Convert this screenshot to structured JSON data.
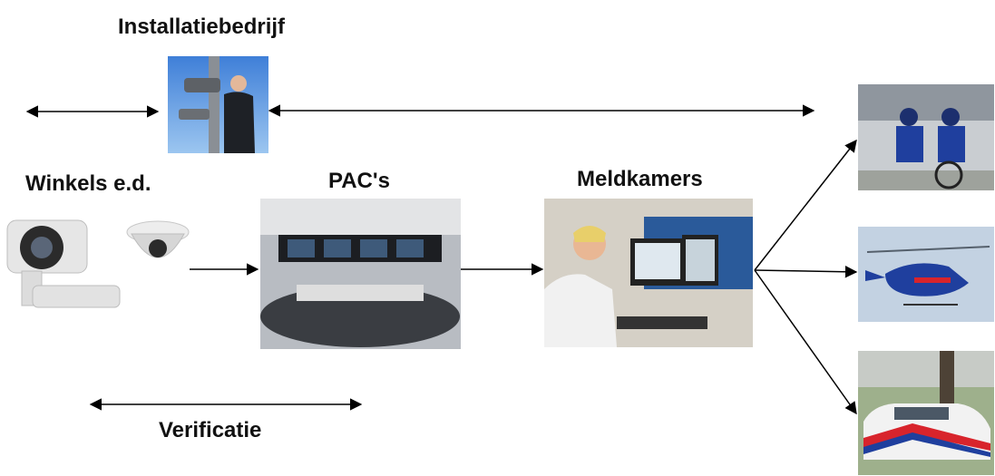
{
  "labels": {
    "installer": "Installatiebedrijf",
    "shops": "Winkels e.d.",
    "pac": "PAC's",
    "control_room": "Meldkamers",
    "verification": "Verificatie"
  },
  "images": {
    "installer_photo": "technician-installing-camera",
    "bullet_camera": "bullet-camera-icon",
    "dome_camera": "dome-camera-icon",
    "pac_photo": "monitoring-center-photo",
    "control_room_photo": "dispatcher-at-workstation-photo",
    "bike_police": "bicycle-police-photo",
    "helicopter": "police-helicopter-photo",
    "police_car": "police-car-photo"
  },
  "colors": {
    "text": "#111111",
    "arrow": "#000000",
    "police_blue": "#1f3f9e",
    "police_red": "#d8242c"
  }
}
